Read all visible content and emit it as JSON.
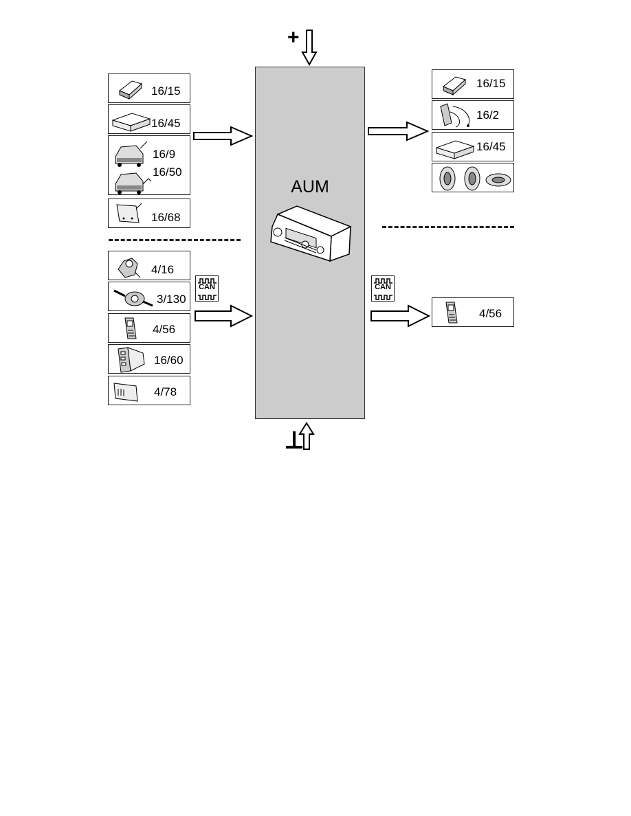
{
  "center": {
    "title": "AUM"
  },
  "inputs_top": [
    {
      "label": "16/15"
    },
    {
      "label": "16/45"
    },
    {
      "label": "16/9"
    },
    {
      "label": "16/50"
    },
    {
      "label": "16/68"
    }
  ],
  "inputs_can": [
    {
      "label": "4/16"
    },
    {
      "label": "3/130"
    },
    {
      "label": "4/56"
    },
    {
      "label": "16/60"
    },
    {
      "label": "4/78"
    }
  ],
  "outputs_top": [
    {
      "label": "16/15"
    },
    {
      "label": "16/2"
    },
    {
      "label": "16/45"
    }
  ],
  "outputs_can": [
    {
      "label": "4/56"
    }
  ],
  "can_badges": {
    "left": "CAN",
    "right": "CAN"
  },
  "power": {
    "plus": "+",
    "ground": "⊥"
  },
  "icons": [
    "cd-changer-icon",
    "navigation-unit-icon",
    "car-front-icon",
    "module-icon",
    "switch-icon",
    "steering-column-module-icon",
    "control-module-icon",
    "connector-icon",
    "antenna-icon",
    "speakers-icon",
    "radio-unit-icon",
    "can-bus-icon"
  ]
}
